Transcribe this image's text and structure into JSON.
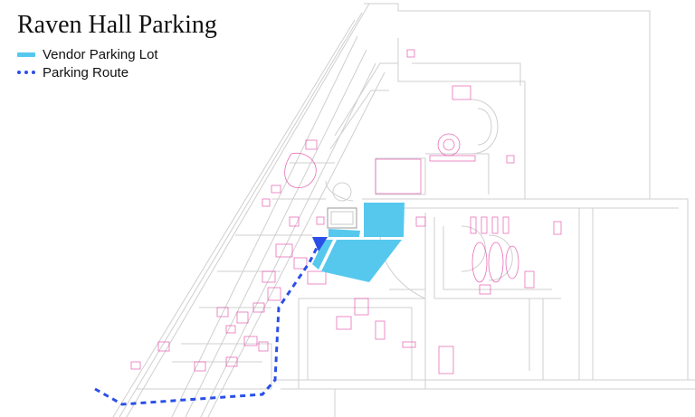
{
  "map": {
    "title": "Raven Hall Parking",
    "legend": [
      {
        "label": "Vendor Parking Lot",
        "style": "solid",
        "color": "#56c8ee"
      },
      {
        "label": "Parking Route",
        "style": "dotted",
        "color": "#2a4fe8"
      }
    ]
  },
  "colors": {
    "roads": "#cfcfcf",
    "buildings": "#e23fa1",
    "lot": "#56c8ee",
    "route": "#2a4fe8"
  }
}
